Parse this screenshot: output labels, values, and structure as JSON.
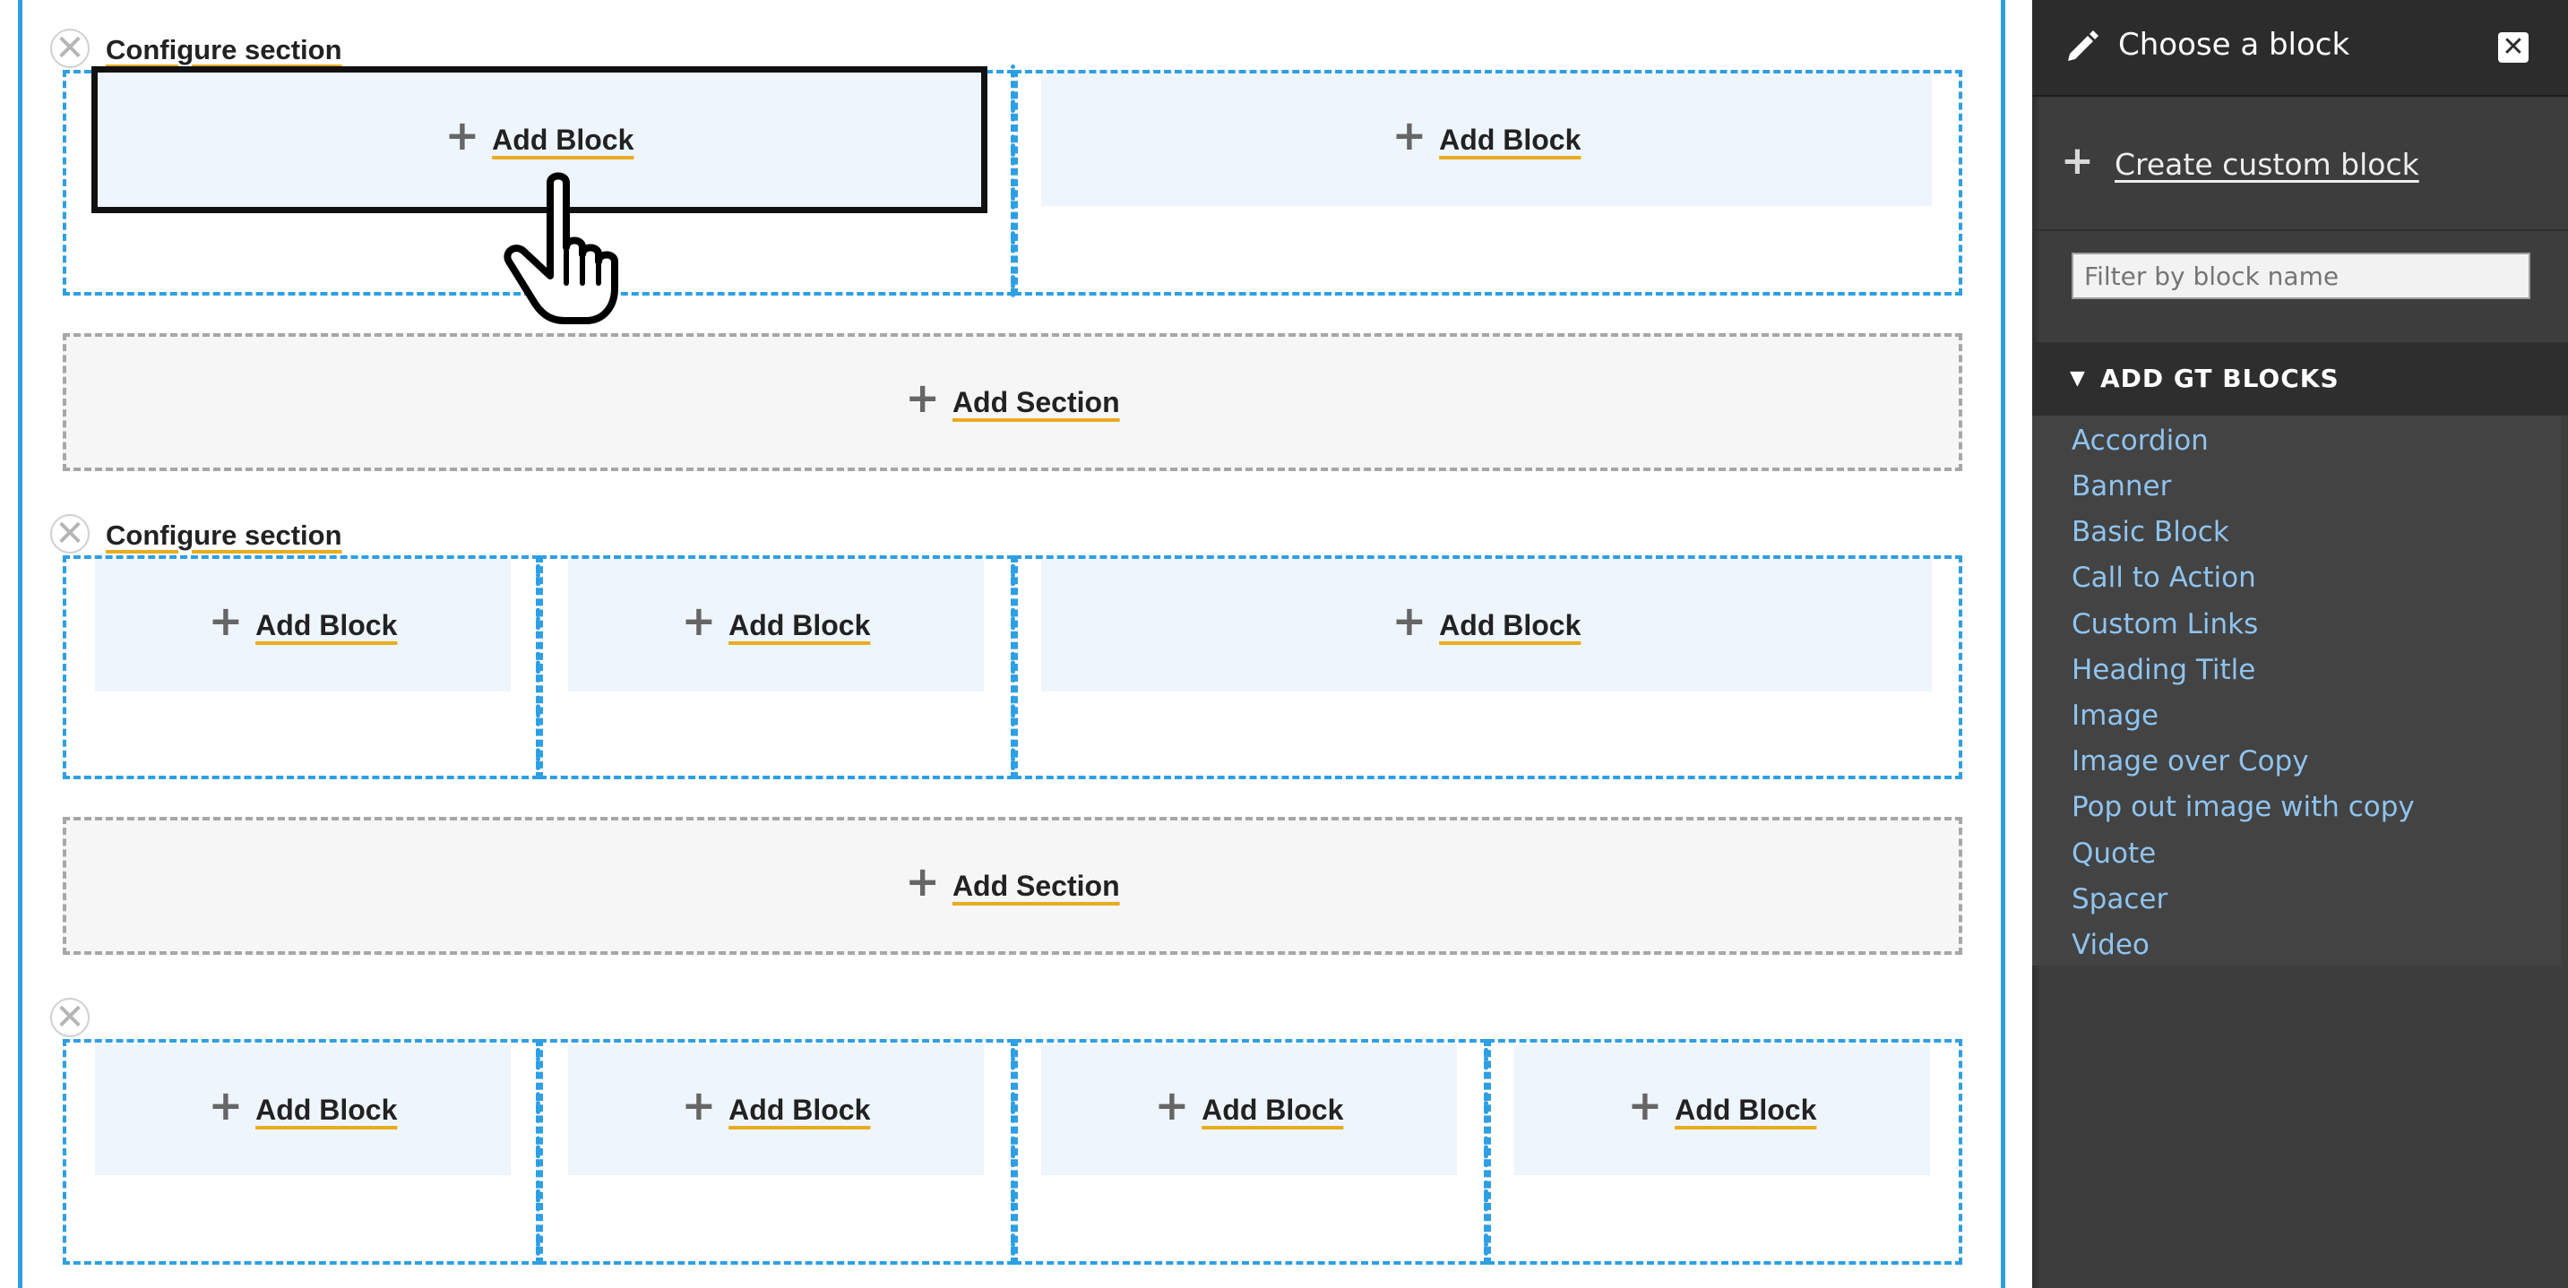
{
  "colors": {
    "accent_blue": "#2e9fe4",
    "underline_gold": "#e9ac20",
    "sidebar_bg": "#3d3d3d",
    "sidebar_link": "#8fc3ee",
    "block_fill": "#eef5fc"
  },
  "layout_builder": {
    "configure_label": "Configure section",
    "add_block_label": "Add Block",
    "add_section_label": "Add Section",
    "plus_glyph": "+",
    "remove_glyph": "✕",
    "cursor_icon": "hand-pointer-icon"
  },
  "sidebar": {
    "title": "Choose a block",
    "title_icon": "pencil-icon",
    "close_glyph": "✕",
    "create_custom_block": "Create custom block",
    "create_glyph": "+",
    "filter_placeholder": "Filter by block name",
    "group_arrow": "▼",
    "group_title": "ADD GT BLOCKS",
    "blocks": [
      "Accordion",
      "Banner",
      "Basic Block",
      "Call to Action",
      "Custom Links",
      "Heading Title",
      "Image",
      "Image over Copy",
      "Pop out image with copy",
      "Quote",
      "Spacer",
      "Video"
    ]
  }
}
